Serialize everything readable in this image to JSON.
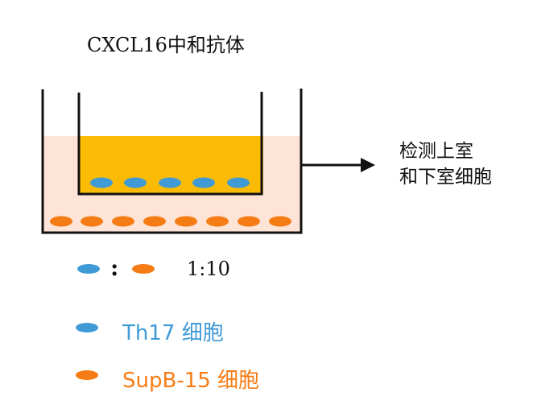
{
  "title": "CXCL16中和抗体",
  "detect_label_line1": "检测上室",
  "detect_label_line2": "和下室细胞",
  "ratio_colon": ":",
  "ratio_value": "1:10",
  "legend": [
    {
      "label": "Th17 细胞",
      "color": "#3f9ad6"
    },
    {
      "label": "SupB-15 细胞",
      "color": "#f57c14"
    }
  ],
  "colors": {
    "lower_medium": "#fde4d6",
    "upper_medium": "#fbbb05",
    "line": "#111111"
  }
}
